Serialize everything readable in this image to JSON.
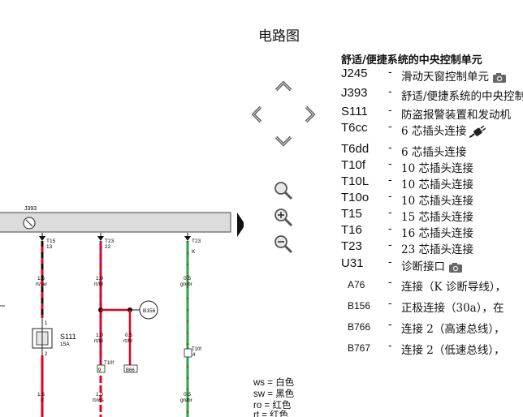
{
  "page_title": "电路图",
  "nav": {
    "up": "chevron-up-icon",
    "down": "chevron-down-icon",
    "left": "chevron-left-icon",
    "right": "chevron-right-icon",
    "zoom_reset": "zoom-icon",
    "zoom_in": "zoom-in-icon",
    "zoom_out": "zoom-out-icon"
  },
  "legend": {
    "title": "舒适/便捷系统的中央控制单元",
    "items": [
      {
        "code": "J245",
        "dash": "-",
        "desc": "滑动天窗控制单元",
        "icon": "camera"
      },
      {
        "code": "J393",
        "dash": "-",
        "desc": "舒适/便捷系统的中央控制单元"
      },
      {
        "code": "S111",
        "dash": "-",
        "desc": "防盗报警装置和发动机"
      },
      {
        "code": "T6cc",
        "dash": "-",
        "desc": "6 芯插头连接",
        "icon": "plug"
      },
      {
        "code": "T6dd",
        "dash": "-",
        "desc": "6 芯插头连接"
      },
      {
        "code": "T10f",
        "dash": "-",
        "desc": "10 芯插头连接"
      },
      {
        "code": "T10L",
        "dash": "-",
        "desc": "10 芯插头连接"
      },
      {
        "code": "T10o",
        "dash": "-",
        "desc": "10 芯插头连接"
      },
      {
        "code": "T15",
        "dash": "-",
        "desc": "15 芯插头连接"
      },
      {
        "code": "T16",
        "dash": "-",
        "desc": "16 芯插头连接"
      },
      {
        "code": "T23",
        "dash": "-",
        "desc": "23 芯插头连接"
      },
      {
        "code": "U31",
        "dash": "-",
        "desc": "诊断接口",
        "icon": "camera"
      },
      {
        "code": "A76",
        "dash": "-",
        "desc": "连接（K 诊断导线），",
        "small": true
      },
      {
        "code": "B156",
        "dash": "-",
        "desc": "正极连接（30a），在",
        "small": true
      },
      {
        "code": "B766",
        "dash": "-",
        "desc": "连接 2（高速总线），",
        "small": true
      },
      {
        "code": "B767",
        "dash": "-",
        "desc": "连接 2（低速总线），",
        "small": true
      }
    ]
  },
  "color_key": [
    {
      "abbr": "ws",
      "eq": "=",
      "name": "白色"
    },
    {
      "abbr": "sw",
      "eq": "=",
      "name": "黑色"
    },
    {
      "abbr": "ro",
      "eq": "=",
      "name": "红色"
    },
    {
      "abbr": "rt",
      "eq": "=",
      "name": "红色"
    }
  ],
  "diagram": {
    "bar_label": "J393",
    "wires": [
      {
        "pin_top": "T15",
        "pin_num": "13",
        "size": "1.5",
        "color": "rt/sw",
        "size2": "1.5",
        "color2": "rt"
      },
      {
        "pin_top": "T23",
        "pin_num": "22",
        "size": "1.0",
        "color": "rt/bl",
        "size2": "1.0",
        "color2": "rt/ws"
      },
      {
        "pin_top": "T23",
        "pin_num": "K",
        "size": "0.5",
        "color": "gn/br",
        "size2": "0.5",
        "color2": "gn/br"
      }
    ],
    "branch": {
      "size": "1.0",
      "color": "rt/bl",
      "size_b": "0.5",
      "color_b": "rt/bl"
    },
    "fuse": {
      "code": "S111",
      "rating": "15A",
      "pin1": "1",
      "pin2": "2"
    },
    "connector_b156": "B156",
    "t10f_a": "T10f",
    "t10f_a_pin": "9",
    "t10f_b": "T10f",
    "t10f_b_pin": "4",
    "b766": "B66",
    "colors": {
      "red": "#e8001c",
      "black": "#111111",
      "green": "#23a84a",
      "grey": "#dcdcdc"
    }
  }
}
